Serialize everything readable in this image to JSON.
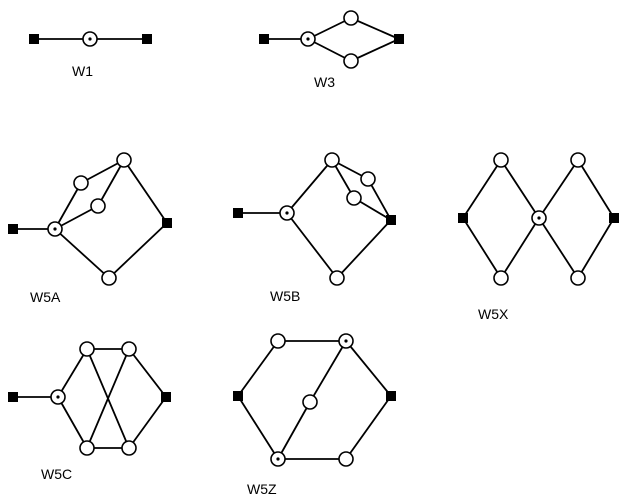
{
  "legend_note": "",
  "graphs": [
    {
      "id": "W1",
      "label": "W1",
      "nodes": [
        {
          "id": "a",
          "type": "terminal"
        },
        {
          "id": "b",
          "type": "dotted"
        },
        {
          "id": "c",
          "type": "terminal"
        }
      ],
      "edges": [
        [
          "a",
          "b"
        ],
        [
          "b",
          "c"
        ]
      ]
    },
    {
      "id": "W3",
      "label": "W3",
      "nodes": [
        {
          "id": "a",
          "type": "terminal"
        },
        {
          "id": "b",
          "type": "dotted"
        },
        {
          "id": "c",
          "type": "open"
        },
        {
          "id": "d",
          "type": "open"
        },
        {
          "id": "e",
          "type": "terminal"
        }
      ],
      "edges": [
        [
          "a",
          "b"
        ],
        [
          "b",
          "c"
        ],
        [
          "b",
          "d"
        ],
        [
          "c",
          "e"
        ],
        [
          "d",
          "e"
        ]
      ]
    },
    {
      "id": "W5A",
      "label": "W5A",
      "nodes": [
        {
          "id": "L",
          "type": "terminal"
        },
        {
          "id": "D",
          "type": "dotted"
        },
        {
          "id": "T",
          "type": "open"
        },
        {
          "id": "M1",
          "type": "open"
        },
        {
          "id": "M2",
          "type": "open"
        },
        {
          "id": "B",
          "type": "open"
        },
        {
          "id": "R",
          "type": "terminal"
        }
      ],
      "edges": [
        [
          "L",
          "D"
        ],
        [
          "D",
          "M1"
        ],
        [
          "M1",
          "T"
        ],
        [
          "D",
          "M2"
        ],
        [
          "M2",
          "T"
        ],
        [
          "T",
          "R"
        ],
        [
          "D",
          "B"
        ],
        [
          "B",
          "R"
        ]
      ]
    },
    {
      "id": "W5B",
      "label": "W5B",
      "nodes": [
        {
          "id": "L",
          "type": "terminal"
        },
        {
          "id": "D",
          "type": "dotted"
        },
        {
          "id": "T",
          "type": "open"
        },
        {
          "id": "M1",
          "type": "open"
        },
        {
          "id": "M2",
          "type": "open"
        },
        {
          "id": "B",
          "type": "open"
        },
        {
          "id": "R",
          "type": "terminal"
        }
      ],
      "edges": [
        [
          "L",
          "D"
        ],
        [
          "D",
          "T"
        ],
        [
          "T",
          "M1"
        ],
        [
          "M1",
          "R"
        ],
        [
          "T",
          "M2"
        ],
        [
          "M2",
          "R"
        ],
        [
          "D",
          "B"
        ],
        [
          "B",
          "R"
        ]
      ]
    },
    {
      "id": "W5X",
      "label": "W5X",
      "nodes": [
        {
          "id": "L",
          "type": "terminal"
        },
        {
          "id": "LT",
          "type": "open"
        },
        {
          "id": "LB",
          "type": "open"
        },
        {
          "id": "C",
          "type": "dotted"
        },
        {
          "id": "RT",
          "type": "open"
        },
        {
          "id": "RB",
          "type": "open"
        },
        {
          "id": "R",
          "type": "terminal"
        }
      ],
      "edges": [
        [
          "L",
          "LT"
        ],
        [
          "L",
          "LB"
        ],
        [
          "LT",
          "C"
        ],
        [
          "LB",
          "C"
        ],
        [
          "C",
          "RT"
        ],
        [
          "C",
          "RB"
        ],
        [
          "RT",
          "R"
        ],
        [
          "RB",
          "R"
        ]
      ]
    },
    {
      "id": "W5C",
      "label": "W5C",
      "nodes": [
        {
          "id": "L",
          "type": "terminal"
        },
        {
          "id": "D",
          "type": "dotted"
        },
        {
          "id": "A",
          "type": "open"
        },
        {
          "id": "B",
          "type": "open"
        },
        {
          "id": "C",
          "type": "open"
        },
        {
          "id": "E",
          "type": "open"
        },
        {
          "id": "R",
          "type": "terminal"
        }
      ],
      "edges": [
        [
          "L",
          "D"
        ],
        [
          "D",
          "A"
        ],
        [
          "D",
          "C"
        ],
        [
          "A",
          "B"
        ],
        [
          "C",
          "E"
        ],
        [
          "A",
          "E"
        ],
        [
          "C",
          "B"
        ],
        [
          "B",
          "R"
        ],
        [
          "E",
          "R"
        ]
      ]
    },
    {
      "id": "W5Z",
      "label": "W5Z",
      "nodes": [
        {
          "id": "L",
          "type": "terminal"
        },
        {
          "id": "TL",
          "type": "open"
        },
        {
          "id": "TR",
          "type": "dotted"
        },
        {
          "id": "M",
          "type": "open"
        },
        {
          "id": "BL",
          "type": "dotted"
        },
        {
          "id": "BR",
          "type": "open"
        },
        {
          "id": "R",
          "type": "terminal"
        }
      ],
      "edges": [
        [
          "L",
          "TL"
        ],
        [
          "TL",
          "TR"
        ],
        [
          "TR",
          "R"
        ],
        [
          "L",
          "BL"
        ],
        [
          "BL",
          "BR"
        ],
        [
          "BR",
          "R"
        ],
        [
          "TR",
          "M"
        ],
        [
          "M",
          "BL"
        ]
      ]
    }
  ]
}
